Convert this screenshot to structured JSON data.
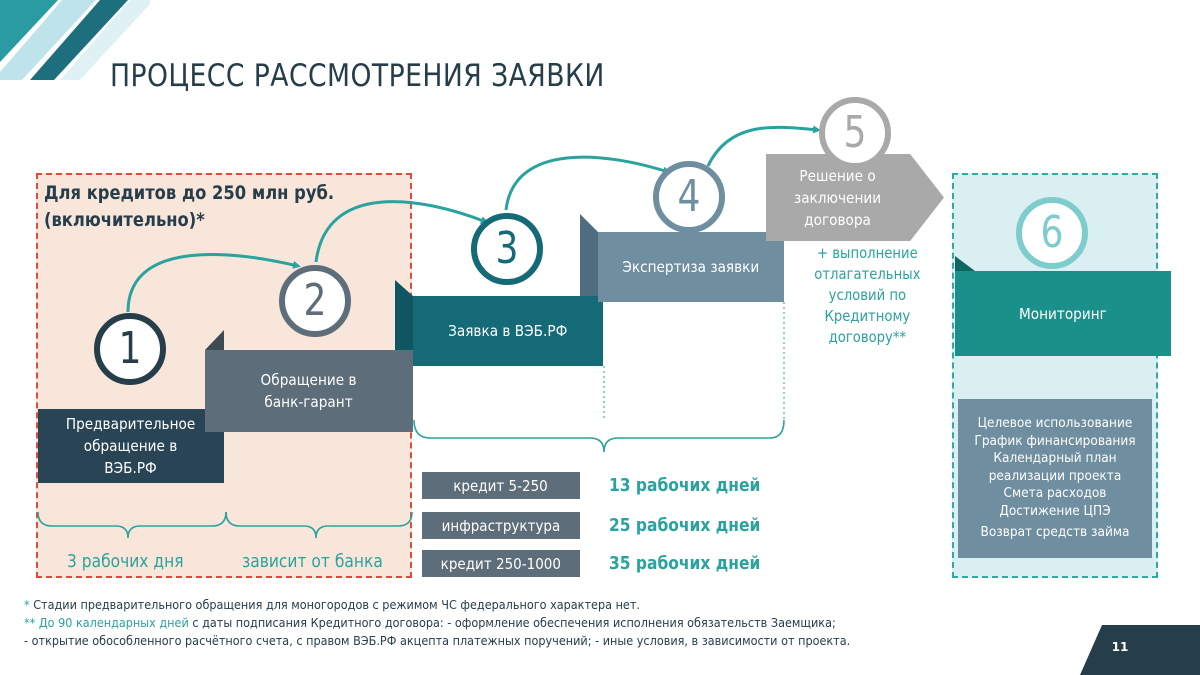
{
  "title": "ПРОЦЕСС РАССМОТРЕНИЯ ЗАЯВКИ",
  "region_note_line1": "Для кредитов до 250 млн руб.",
  "region_note_line2": "(включительно)*",
  "steps": [
    {
      "number": "1",
      "label_line1": "Предварительное",
      "label_line2": "обращение в",
      "label_line3": "ВЭБ.РФ"
    },
    {
      "number": "2",
      "label_line1": "Обращение в",
      "label_line2": "банк-гарант"
    },
    {
      "number": "3",
      "label_line1": "Заявка в ВЭБ.РФ"
    },
    {
      "number": "4",
      "label_line1": "Экспертиза заявки"
    },
    {
      "number": "5",
      "label_line1": "Решение о",
      "label_line2": "заключении",
      "label_line3": "договора"
    },
    {
      "number": "6",
      "label_line1": "Мониторинг"
    }
  ],
  "conditions": [
    "+ выполнение",
    "отлагательных",
    "условий по",
    "Кредитному",
    "договору**"
  ],
  "monitoring_items": [
    "Целевое использование",
    "График финансирования",
    "Календарный план",
    "реализации проекта",
    "Смета расходов",
    "Достижение ЦПЭ",
    "Возврат средств займа"
  ],
  "terms": [
    {
      "label": "кредит 5-250",
      "value": "13 рабочих дней"
    },
    {
      "label": "инфраструктура",
      "value": "25 рабочих дней"
    },
    {
      "label": "кредит 250-1000",
      "value": "35 рабочих дней"
    }
  ],
  "bottom_labels": {
    "left": "3 рабочих дня",
    "right": "зависит от банка"
  },
  "footnotes": {
    "line1_star": "*",
    "line1_text": " Стадии предварительного обращения для моногородов с режимом ЧС федерального характера нет.",
    "line2_star": "**",
    "line2_accent": " До 90 календарных дней",
    "line2_text": " с даты подписания Кредитного договора: - оформление обеспечения исполнения обязательств Заемщика;",
    "line3_text": "- открытие обособленного расчётного счета, с правом ВЭБ.РФ акцепта платежных поручений; - иные условия, в зависимости от проекта."
  },
  "page_number": "11",
  "colors": {
    "dark": "#263d4a",
    "teal": "#2aa29d",
    "red_dash": "#e14a3f",
    "peach": "#f8e6da",
    "light_teal": "#d9eff2"
  }
}
